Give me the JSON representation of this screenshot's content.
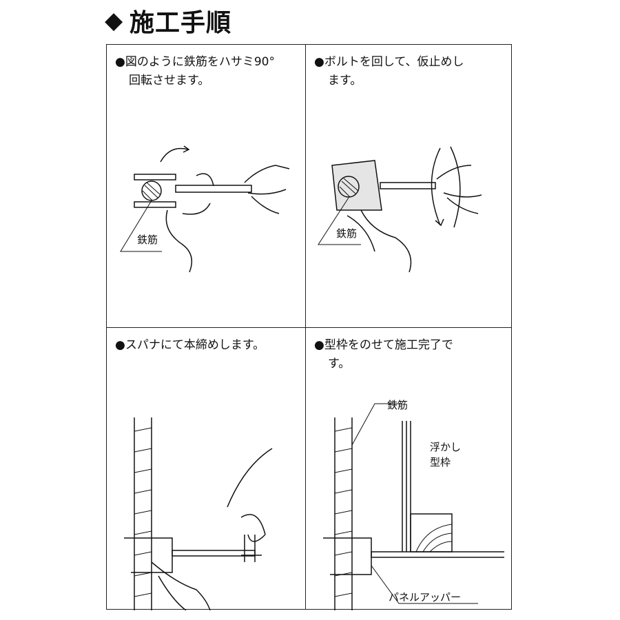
{
  "title": "施工手順",
  "steps": [
    {
      "bullet": "●",
      "line1": "図のように鉄筋をハサミ90°",
      "line2": "回転させます。",
      "labels": [
        "鉄筋"
      ]
    },
    {
      "bullet": "●",
      "line1": "ボルトを回して、仮止めし",
      "line2": "ます。",
      "labels": [
        "鉄筋"
      ]
    },
    {
      "bullet": "●",
      "line1": "スパナにて本締めします。",
      "line2": "",
      "labels": []
    },
    {
      "bullet": "●",
      "line1": "型枠をのせて施工完了で",
      "line2": "す。",
      "labels": [
        "鉄筋",
        "浮かし",
        "型枠",
        "パネルアッパー"
      ]
    }
  ],
  "icons": {
    "title_marker": "diamond-icon"
  },
  "colors": {
    "ink": "#111111",
    "background": "#ffffff"
  }
}
